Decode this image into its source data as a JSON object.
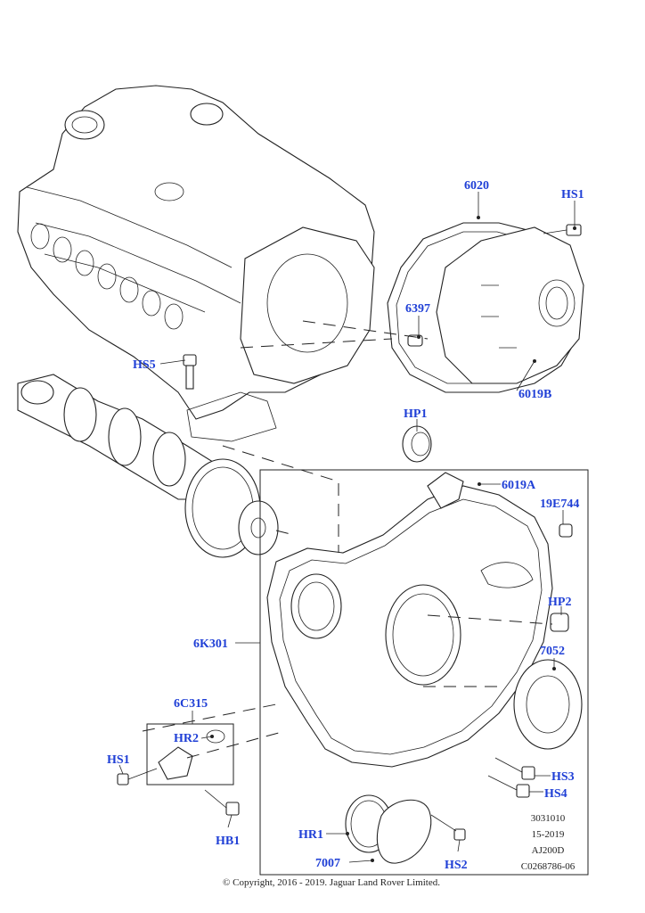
{
  "callouts": {
    "p6020": "6020",
    "hs1_top": "HS1",
    "p6397": "6397",
    "hs5": "HS5",
    "p6019b": "6019B",
    "hp1": "HP1",
    "p6019a": "6019A",
    "p19e744": "19E744",
    "hp2": "HP2",
    "p6k301": "6K301",
    "p7052": "7052",
    "p6c315": "6C315",
    "hr2": "HR2",
    "hs1_left": "HS1",
    "hs3": "HS3",
    "hs4": "HS4",
    "hb1": "HB1",
    "hr1": "HR1",
    "p7007": "7007",
    "hs2": "HS2"
  },
  "reference_block": {
    "line1": "3031010",
    "line2": "15-2019",
    "line3": "AJ200D",
    "line4": "C0268786-06"
  },
  "copyright": "© Copyright, 2016 - 2019. Jaguar Land Rover Limited.",
  "colors": {
    "callout_text": "#1f3fd6",
    "line_art": "#222222",
    "background": "#ffffff"
  }
}
